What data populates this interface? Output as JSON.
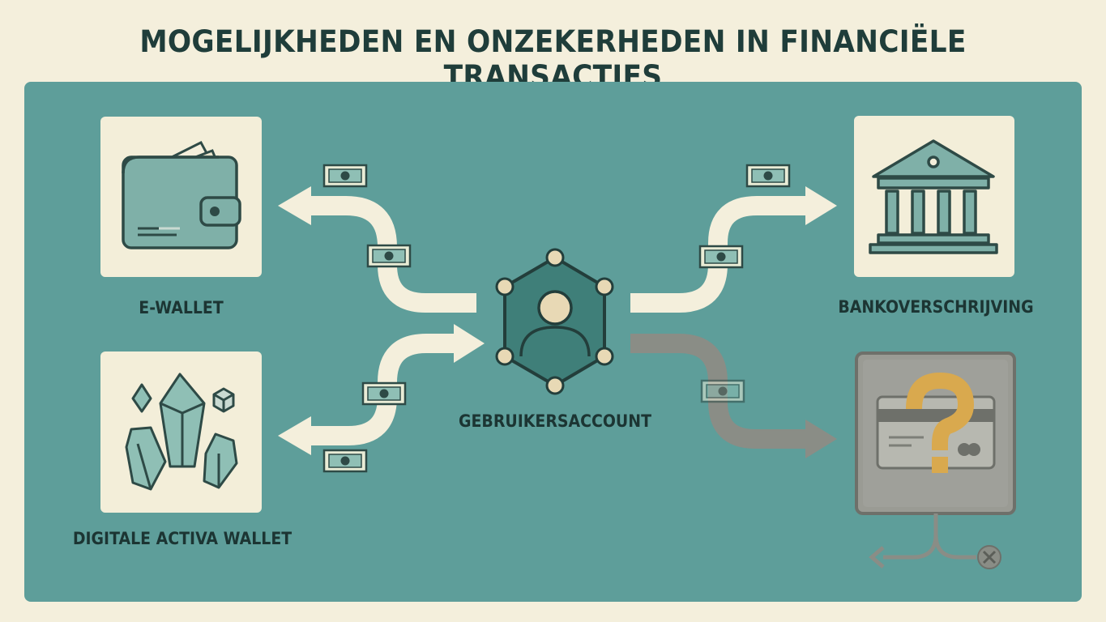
{
  "title": "MOGELIJKHEDEN EN ONZEKERHEDEN IN FINANCIËLE TRANSACTIES",
  "nodes": {
    "ewallet": {
      "label": "E-WALLET",
      "icon": "wallet-icon"
    },
    "digital": {
      "label": "DIGITALE ACTIVA WALLET",
      "icon": "crystals-icon"
    },
    "account": {
      "label": "GEBRUIKERSACCOUNT",
      "icon": "user-network-icon"
    },
    "bank": {
      "label": "BANKOVERSCHRIJVING",
      "icon": "bank-icon"
    },
    "unknown": {
      "label": "",
      "icon": "card-question-icon"
    }
  },
  "colors": {
    "background": "#f4efdc",
    "panel": "#5e9e9a",
    "card": "#f3eed9",
    "arrow": "#f4efdc",
    "uncertain": "#8a8d86",
    "accent": "#d9a94e",
    "dark": "#1f3d3a"
  }
}
